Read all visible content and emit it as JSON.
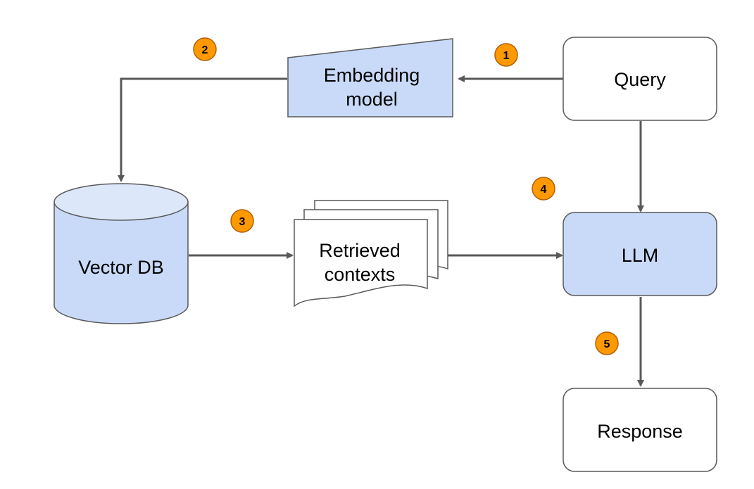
{
  "nodes": {
    "query": "Query",
    "embedding_model": [
      "Embedding",
      "model"
    ],
    "vector_db": "Vector DB",
    "retrieved_contexts": [
      "Retrieved",
      "contexts"
    ],
    "llm": "LLM",
    "response": "Response"
  },
  "steps": [
    "1",
    "2",
    "3",
    "4",
    "5"
  ],
  "colors": {
    "node_fill_blue": "#c9daf8",
    "node_fill_white": "#ffffff",
    "stroke": "#595959",
    "badge_fill": "#ff9900",
    "badge_stroke": "#b45f06"
  }
}
